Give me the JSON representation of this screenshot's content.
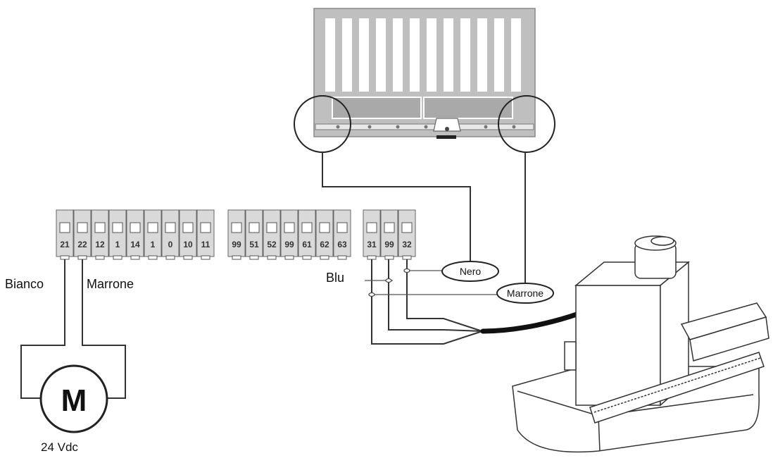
{
  "terminal_groups": [
    {
      "id": "left",
      "labels": [
        "21",
        "22",
        "12",
        "1",
        "14",
        "1",
        "0",
        "10",
        "11"
      ]
    },
    {
      "id": "middle",
      "labels": [
        "99",
        "51",
        "52",
        "99",
        "61",
        "62",
        "63"
      ]
    },
    {
      "id": "right",
      "labels": [
        "31",
        "99",
        "32"
      ]
    }
  ],
  "wire_labels": {
    "bianco_left": "Bianco",
    "marrone_left": "Marrone",
    "blu": "Blu",
    "nero": "Nero",
    "marrone_right": "Marrone"
  },
  "motor": {
    "symbol": "M",
    "voltage": "24 Vdc"
  },
  "colors": {
    "stroke": "#333333",
    "terminal_fill": "#d9d9d9",
    "gate_fill": "#bfbfbf",
    "cable": "#111111"
  }
}
